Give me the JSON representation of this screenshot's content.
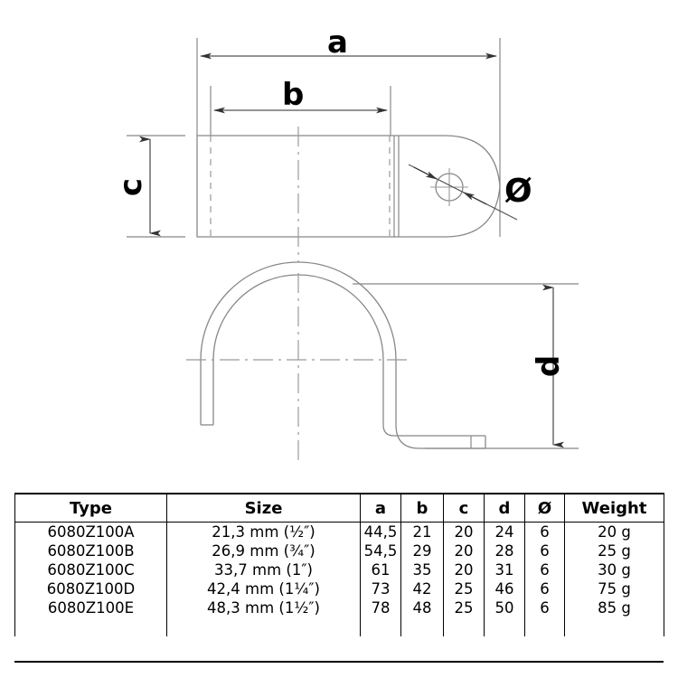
{
  "drawing": {
    "title": "pipe-clamp-technical-drawing",
    "line_color": "#888888",
    "dim_color": "#555555",
    "text_color": "#000000",
    "labels": {
      "a": "a",
      "b": "b",
      "c": "c",
      "d": "d",
      "diameter": "Ø"
    },
    "views": [
      {
        "name": "top-view",
        "description": "rectangular plan view with bolt hole"
      },
      {
        "name": "side-view",
        "description": "U shaped clamp profile with foot"
      }
    ]
  },
  "table": {
    "name": "specifications-table",
    "columns": [
      {
        "key": "type",
        "label": "Type"
      },
      {
        "key": "size",
        "label": "Size"
      },
      {
        "key": "a",
        "label": "a"
      },
      {
        "key": "b",
        "label": "b"
      },
      {
        "key": "c",
        "label": "c"
      },
      {
        "key": "d",
        "label": "d"
      },
      {
        "key": "dia",
        "label": "Ø"
      },
      {
        "key": "weight",
        "label": "Weight"
      }
    ],
    "rows": [
      {
        "type": "6080Z100A",
        "size": "21,3 mm (½″)",
        "a": "44,5",
        "b": "21",
        "c": "20",
        "d": "24",
        "dia": "6",
        "weight": "20 g"
      },
      {
        "type": "6080Z100B",
        "size": "26,9 mm (¾″)",
        "a": "54,5",
        "b": "29",
        "c": "20",
        "d": "28",
        "dia": "6",
        "weight": "25 g"
      },
      {
        "type": "6080Z100C",
        "size": "33,7 mm (1″)",
        "a": "61",
        "b": "35",
        "c": "20",
        "d": "31",
        "dia": "6",
        "weight": "30 g"
      },
      {
        "type": "6080Z100D",
        "size": "42,4 mm (1¼″)",
        "a": "73",
        "b": "42",
        "c": "25",
        "d": "46",
        "dia": "6",
        "weight": "75 g"
      },
      {
        "type": "6080Z100E",
        "size": "48,3 mm (1½″)",
        "a": "78",
        "b": "48",
        "c": "25",
        "d": "50",
        "dia": "6",
        "weight": "85 g"
      }
    ]
  }
}
